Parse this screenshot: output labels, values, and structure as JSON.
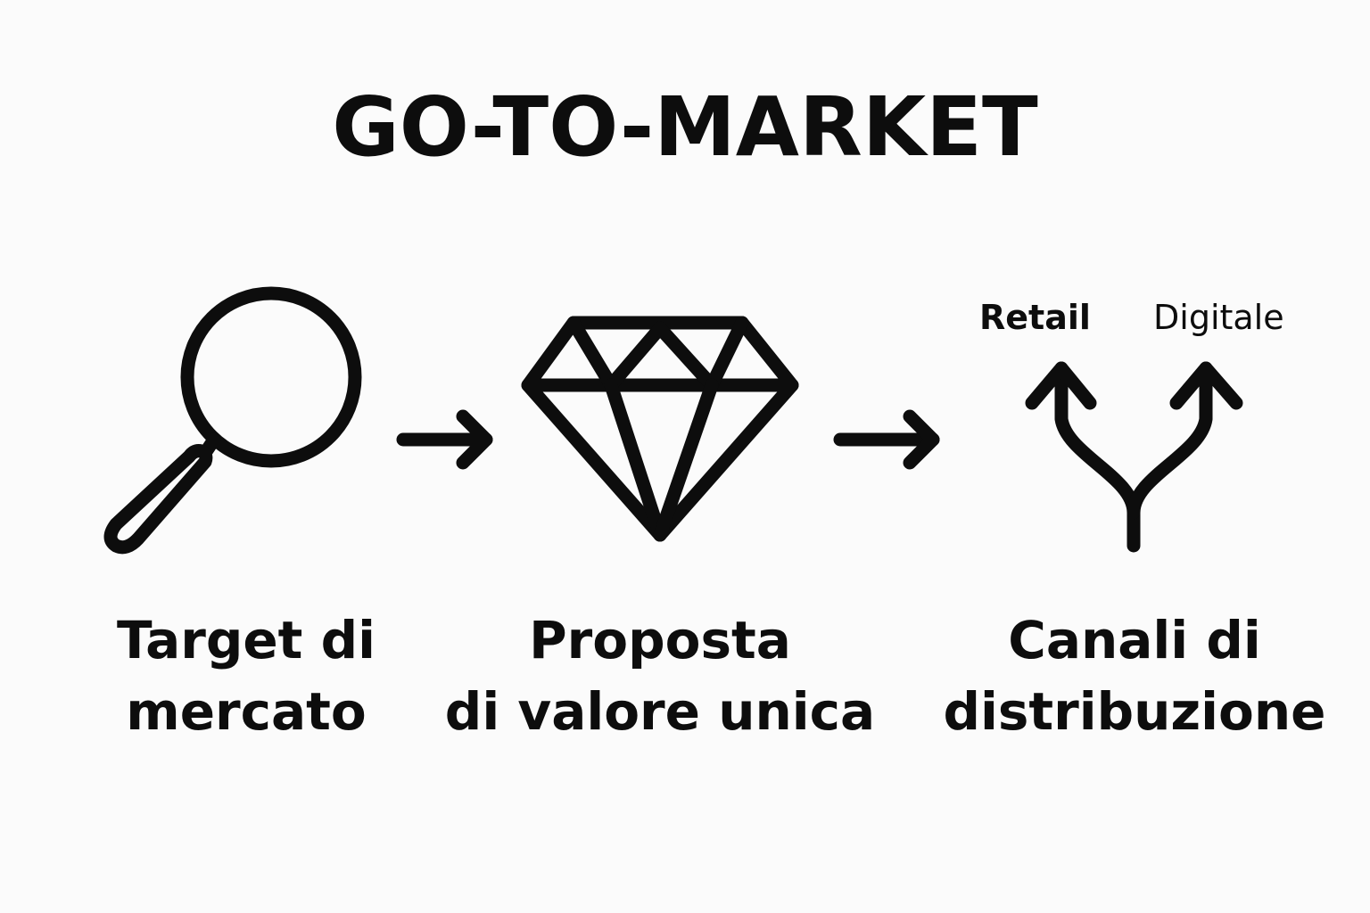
{
  "title": "GO-TO-MARKET",
  "steps": [
    {
      "icon": "magnifier-icon",
      "label_line1": "Target di",
      "label_line2": "mercato"
    },
    {
      "icon": "diamond-icon",
      "label_line1": "Proposta",
      "label_line2": "di valore unica"
    },
    {
      "icon": "branching-arrows-icon",
      "label_line1": "Canali di",
      "label_line2": "distribuzione"
    }
  ],
  "branches": [
    "Retail",
    "Digitale"
  ],
  "colors": {
    "ink": "#0d0d0d",
    "background": "#fbfbfb"
  }
}
